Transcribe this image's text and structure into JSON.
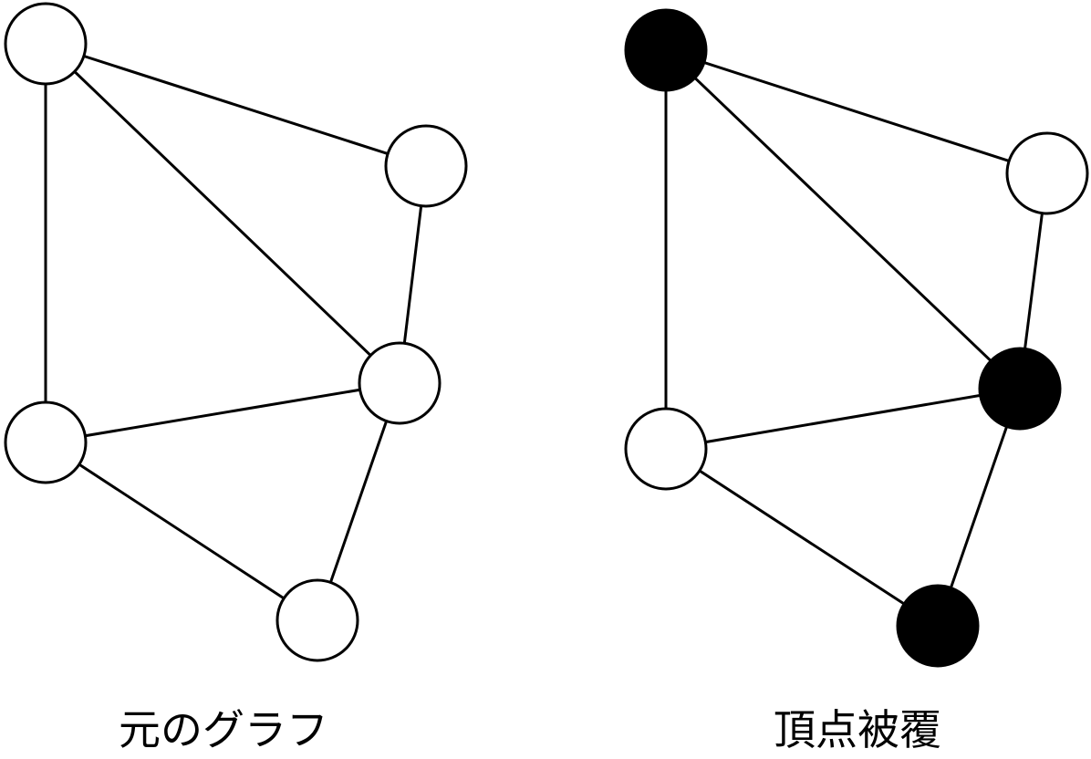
{
  "colors": {
    "stroke": "#000000",
    "empty_fill": "#ffffff",
    "selected_fill": "#000000"
  },
  "graphs": [
    {
      "caption": "元のグラフ",
      "nodes": [
        {
          "id": "a",
          "selected": false
        },
        {
          "id": "b",
          "selected": false
        },
        {
          "id": "c",
          "selected": false
        },
        {
          "id": "d",
          "selected": false
        },
        {
          "id": "e",
          "selected": false
        }
      ],
      "edges": [
        [
          "a",
          "d"
        ],
        [
          "a",
          "b"
        ],
        [
          "a",
          "c"
        ],
        [
          "b",
          "c"
        ],
        [
          "d",
          "c"
        ],
        [
          "d",
          "e"
        ],
        [
          "c",
          "e"
        ]
      ]
    },
    {
      "caption": "頂点被覆",
      "nodes": [
        {
          "id": "a",
          "selected": true
        },
        {
          "id": "b",
          "selected": false
        },
        {
          "id": "c",
          "selected": true
        },
        {
          "id": "d",
          "selected": false
        },
        {
          "id": "e",
          "selected": true
        }
      ],
      "edges": [
        [
          "a",
          "d"
        ],
        [
          "a",
          "b"
        ],
        [
          "a",
          "c"
        ],
        [
          "b",
          "c"
        ],
        [
          "d",
          "c"
        ],
        [
          "d",
          "e"
        ],
        [
          "c",
          "e"
        ]
      ]
    }
  ]
}
